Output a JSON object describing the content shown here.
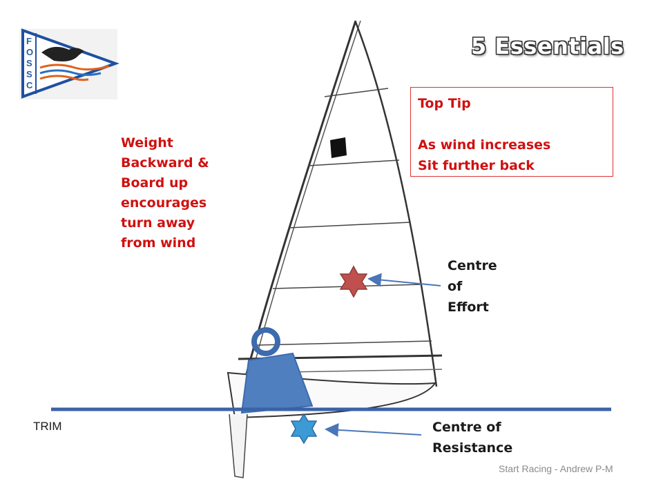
{
  "title": "5 Essentials",
  "logo": {
    "letters": [
      "F",
      "O",
      "S",
      "S",
      "C"
    ]
  },
  "top_tip": {
    "heading": "Top Tip",
    "line1": "As wind increases",
    "line2": "Sit further back"
  },
  "weight_note": {
    "lines": [
      "Weight",
      "Backward &",
      "Board up",
      "encourages",
      "turn away",
      "from wind"
    ]
  },
  "centre_of_effort": {
    "lines": [
      "Centre",
      "of",
      "Effort"
    ]
  },
  "centre_of_resistance": {
    "lines": [
      "Centre of",
      "Resistance"
    ]
  },
  "trim_label": "TRIM",
  "footer": "Start Racing - Andrew P-M",
  "colors": {
    "accent_red": "#d01010",
    "effort_star": "#c0504d",
    "resistance_star": "#3c9ad6",
    "waterline": "#3a62a8",
    "sailor": "#4f7fbf"
  }
}
